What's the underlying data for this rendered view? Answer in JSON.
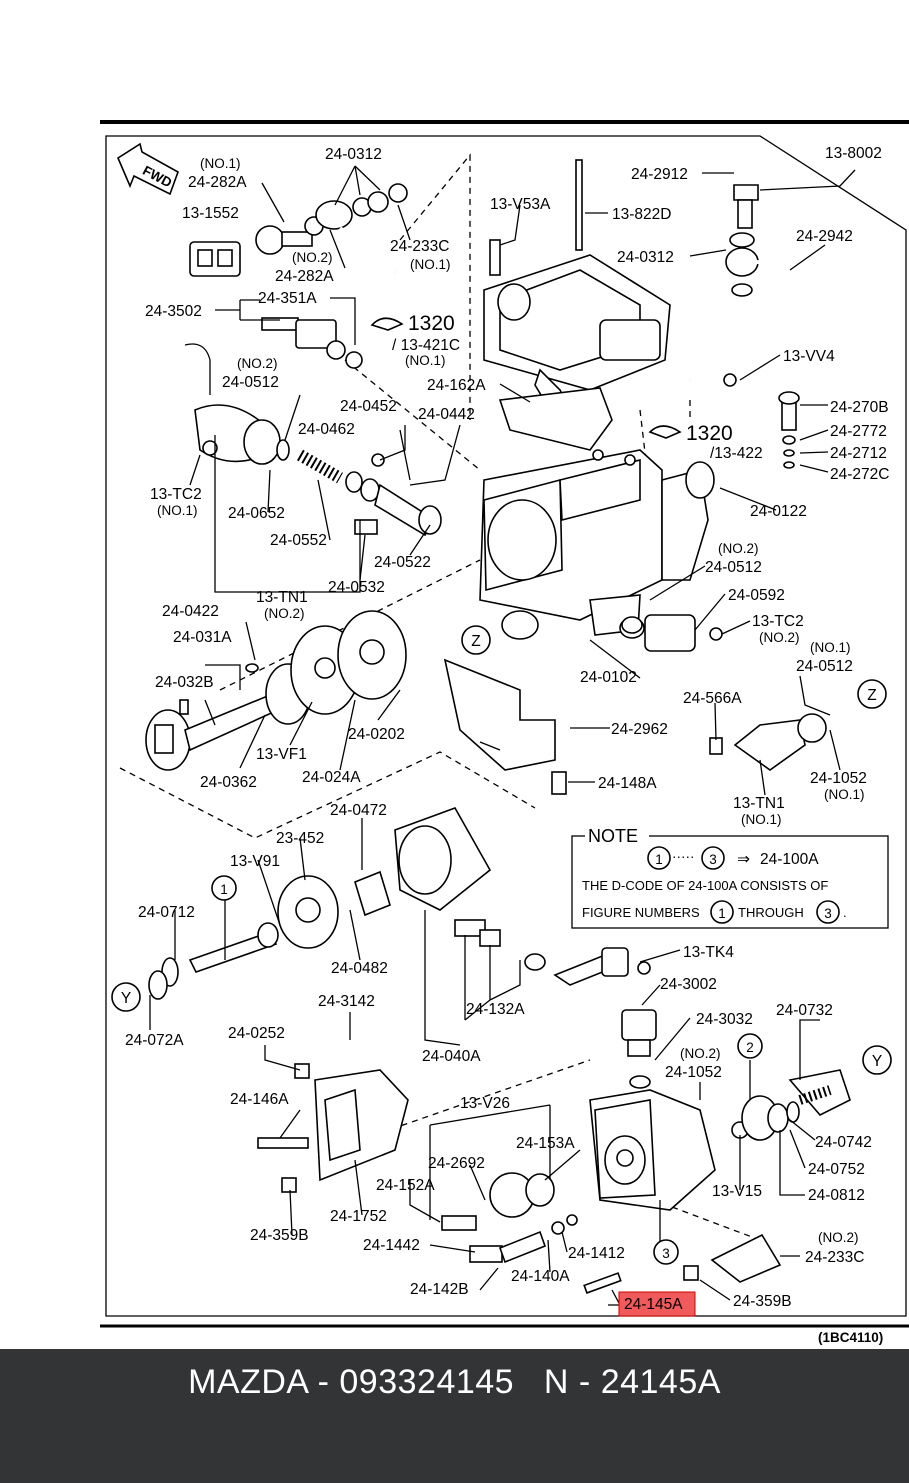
{
  "diagram": {
    "code": "(1BC4110)",
    "fwd_label": "FWD",
    "highlight_color": "#f05a5a",
    "highlighted_part": "24-145A",
    "labels": {
      "l_24_0312_top": "24-0312",
      "l_no1_a": "(NO.1)",
      "l_24_282A_1": "24-282A",
      "l_13_1552": "13-1552",
      "l_no2_a": "(NO.2)",
      "l_24_282A_2": "24-282A",
      "l_24_233C": "24-233C",
      "l_no1_b": "(NO.1)",
      "l_24_3502": "24-3502",
      "l_24_351A": "24-351A",
      "l_1320_a": "1320",
      "l_13_421C": "/ 13-421C",
      "l_no1_c": "(NO.1)",
      "l_no2_b": "(NO.2)",
      "l_24_0512_a": "24-0512",
      "l_24_0452": "24-0452",
      "l_24_0442": "24-0442",
      "l_24_0462": "24-0462",
      "l_13_TC2_a": "13-TC2",
      "l_no1_d": "(NO.1)",
      "l_24_0652": "24-0652",
      "l_24_0552": "24-0552",
      "l_24_0522": "24-0522",
      "l_24_0532": "24-0532",
      "l_13_TN1_a": "13-TN1",
      "l_no2_c": "(NO.2)",
      "l_24_0422": "24-0422",
      "l_24_031A": "24-031A",
      "l_24_032B": "24-032B",
      "l_13_VF1": "13-VF1",
      "l_24_0202": "24-0202",
      "l_24_0362": "24-0362",
      "l_24_024A": "24-024A",
      "l_24_2912": "24-2912",
      "l_13_8002": "13-8002",
      "l_13_V53A": "13-V53A",
      "l_13_822D": "13-822D",
      "l_24_0312_b": "24-0312",
      "l_24_2942": "24-2942",
      "l_13_VV4": "13-VV4",
      "l_24_162A": "24-162A",
      "l_24_270B": "24-270B",
      "l_1320_b": "1320",
      "l_13_422": "/13-422",
      "l_24_2772": "24-2772",
      "l_24_2712": "24-2712",
      "l_24_272C": "24-272C",
      "l_24_0122": "24-0122",
      "l_no2_d": "(NO.2)",
      "l_24_0512_b": "24-0512",
      "l_24_0592": "24-0592",
      "l_13_TC2_b": "13-TC2",
      "l_no2_e": "(NO.2)",
      "l_no1_e": "(NO.1)",
      "l_24_0512_c": "24-0512",
      "l_24_0102": "24-0102",
      "l_24_566A": "24-566A",
      "l_24_2962": "24-2962",
      "l_24_1052_a": "24-1052",
      "l_no1_f": "(NO.1)",
      "l_24_148A": "24-148A",
      "l_13_TN1_b": "13-TN1",
      "l_no1_g": "(NO.1)",
      "l_24_0472": "24-0472",
      "l_23_452": "23-452",
      "l_13_V91": "13-V91",
      "l_24_0712": "24-0712",
      "l_24_0482": "24-0482",
      "l_24_072A": "24-072A",
      "l_24_3142": "24-3142",
      "l_24_132A": "24-132A",
      "l_24_0252": "24-0252",
      "l_24_040A": "24-040A",
      "l_13_TK4": "13-TK4",
      "l_24_3002": "24-3002",
      "l_24_3032": "24-3032",
      "l_24_0732": "24-0732",
      "l_no2_f": "(NO.2)",
      "l_24_1052_b": "24-1052",
      "l_24_146A": "24-146A",
      "l_13_V26": "13-V26",
      "l_24_153A": "24-153A",
      "l_24_0742": "24-0742",
      "l_24_2692": "24-2692",
      "l_24_152A": "24-152A",
      "l_24_0752": "24-0752",
      "l_13_V15": "13-V15",
      "l_24_0812": "24-0812",
      "l_24_1752": "24-1752",
      "l_24_359B_a": "24-359B",
      "l_24_1442": "24-1442",
      "l_24_1412": "24-1412",
      "l_no2_g": "(NO.2)",
      "l_24_233C_b": "24-233C",
      "l_24_142B": "24-142B",
      "l_24_140A": "24-140A",
      "l_24_359B_b": "24-359B",
      "l_24_145A": "24-145A"
    },
    "callouts": {
      "z1": "Z",
      "z2": "Z",
      "y1": "Y",
      "y2": "Y",
      "c1": "1",
      "c2": "2",
      "c3": "3"
    },
    "note": {
      "title": "NOTE",
      "c1": "1",
      "dots": "·····",
      "c3": "3",
      "arrow": "⇒",
      "code": "24-100A",
      "line2": "THE D-CODE OF 24-100A CONSISTS OF",
      "line3a": "FIGURE NUMBERS",
      "line3c1": "1",
      "line3b": "THROUGH",
      "line3c3": "3",
      "line3end": "."
    }
  },
  "footer": {
    "text": "MAZDA - 093324145   N - 24145A"
  }
}
